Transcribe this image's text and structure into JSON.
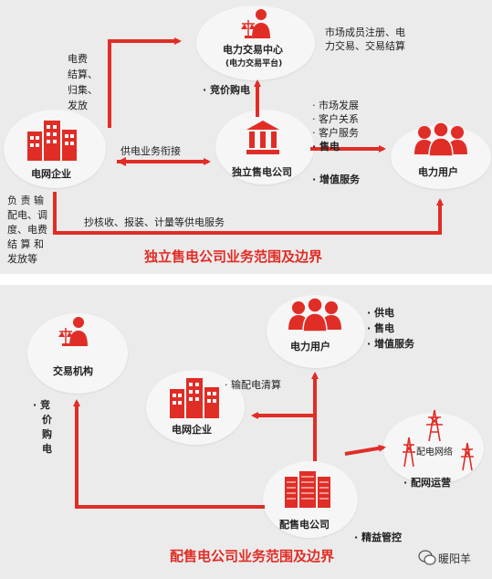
{
  "diagram_top": {
    "nodes": {
      "trading_center": {
        "title": "电力交易中心",
        "subtitle": "(电力交易平台)"
      },
      "grid_company": {
        "title": "电网企业"
      },
      "independent_retailer": {
        "title": "独立售电公司"
      },
      "power_user": {
        "title": "电力用户"
      }
    },
    "labels": {
      "grid_to_center": [
        "电费",
        "结算、",
        "归集、",
        "发放"
      ],
      "center_functions": [
        "市场成员注册、电",
        "力交易、交易结算"
      ],
      "bid_purchase": "· 竞价购电",
      "supply_connection": "供电业务衔接",
      "retailer_services": [
        "· 市场发展",
        "· 客户关系",
        "· 客户服务",
        "· 售电"
      ],
      "value_added": "· 增值服务",
      "grid_duties": [
        "负 责 输",
        "配电、调",
        "度、电费",
        "结 算 和",
        "发放等"
      ],
      "grid_to_user": "抄核收、报装、计量等供电服务"
    },
    "caption": "独立售电公司业务范围及边界"
  },
  "diagram_bottom": {
    "nodes": {
      "trading_org": {
        "title": "交易机构"
      },
      "power_user": {
        "title": "电力用户"
      },
      "grid_company": {
        "title": "电网企业"
      },
      "distribution_network": {
        "title": "配电网络"
      },
      "dist_retail_company": {
        "title": "配售电公司"
      }
    },
    "labels": {
      "user_services": [
        "· 供电",
        "· 售电",
        "· 增值服务"
      ],
      "transmission_clearing": "· 输配电清算",
      "bid_purchase_vertical": [
        "· 竞",
        "价",
        "购",
        "电"
      ],
      "network_operation": "· 配网运营",
      "refined_control": "· 精益管控"
    },
    "caption": "配售电公司业务范围及边界"
  },
  "watermark": {
    "text": "暖阳羊"
  },
  "colors": {
    "accent": "#e02d26",
    "panel": "#ecebeb",
    "node_bg": "#f6f6f6"
  },
  "icons": [
    "person-scale-icon",
    "buildings-icon",
    "bank-icon",
    "people-group-icon",
    "server-rack-icon",
    "power-tower-icon",
    "wechat-icon"
  ]
}
